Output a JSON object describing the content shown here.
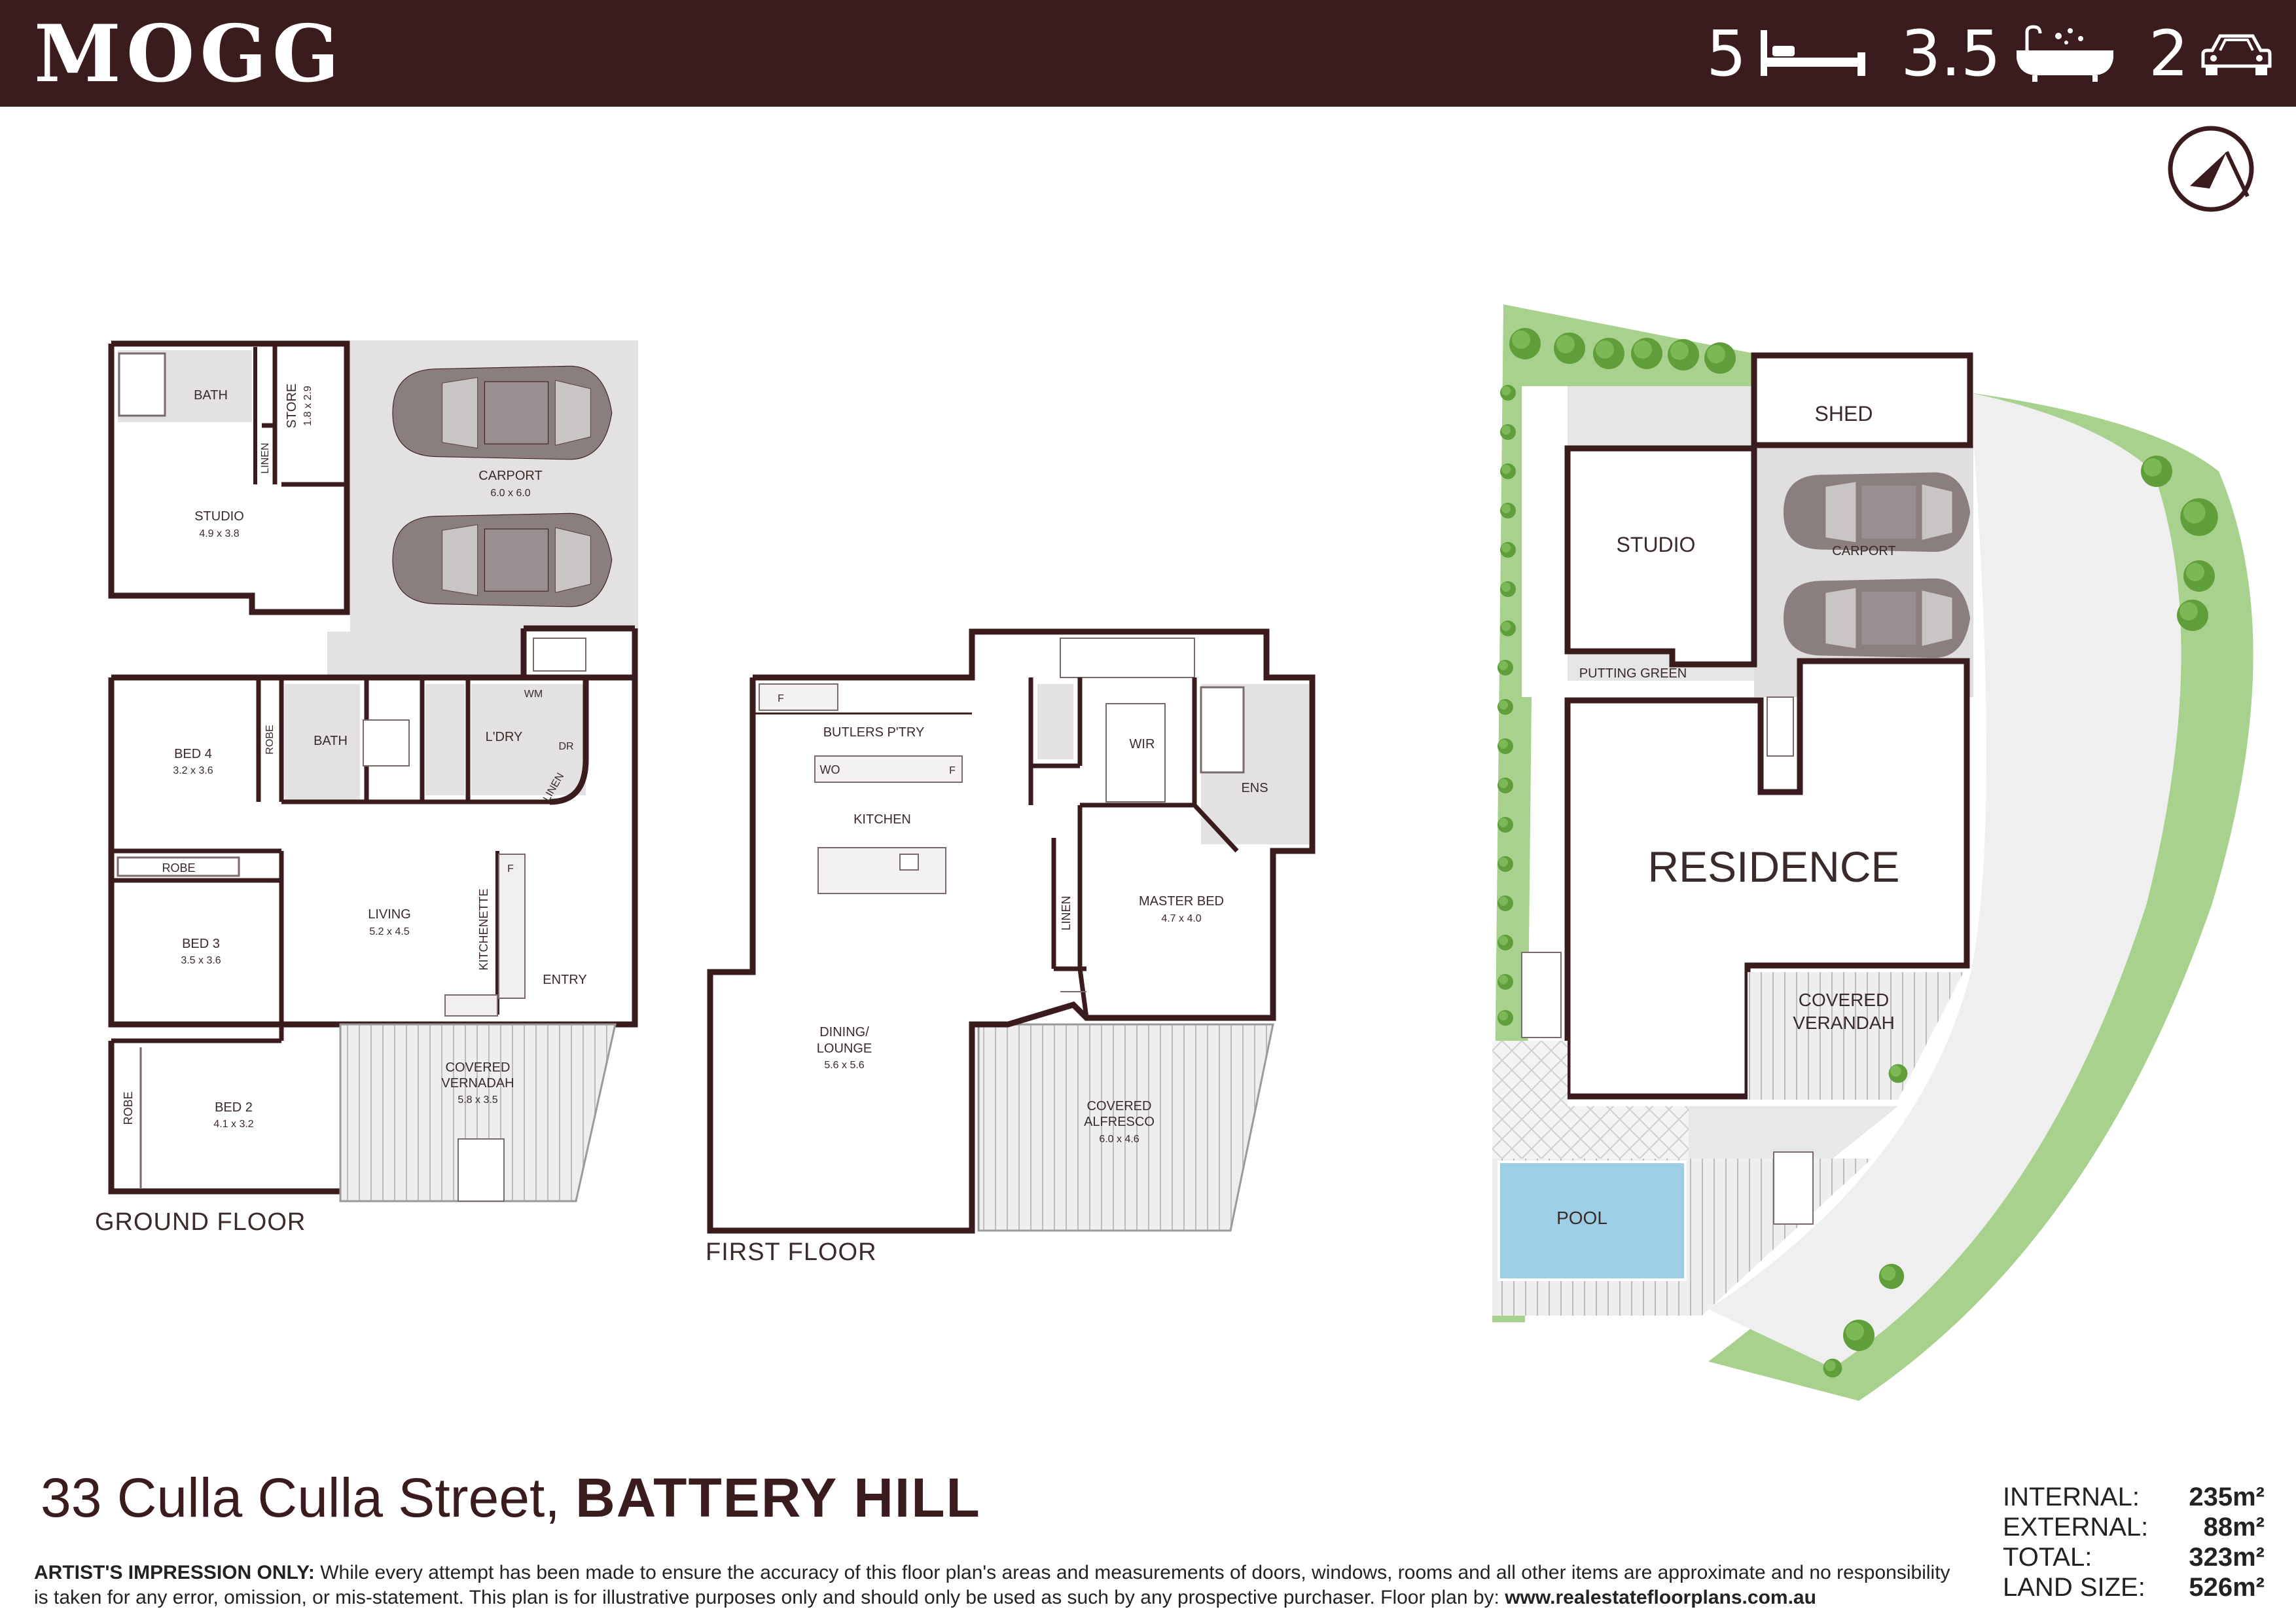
{
  "brand": {
    "logo_text": "MOGG"
  },
  "stats": {
    "bedrooms": "5",
    "bathrooms": "3.5",
    "cars": "2",
    "bed_icon": "bed-icon",
    "bath_icon": "bath-icon",
    "car_icon": "car-icon"
  },
  "ground_floor": {
    "label": "GROUND FLOOR",
    "rooms": {
      "bath_top": "BATH",
      "store": "STORE",
      "store_size": "1.8 x 2.9",
      "linen_top": "LINEN",
      "studio": "STUDIO",
      "studio_size": "4.9 x 3.8",
      "carport": "CARPORT",
      "carport_size": "6.0 x 6.0",
      "bed4": "BED 4",
      "bed4_size": "3.2 x 3.6",
      "robe_bed4": "ROBE",
      "bath_mid": "BATH",
      "laundry": "L'DRY",
      "wm": "WM",
      "dr": "DR",
      "linen_mid": "LINEN",
      "robe_bed3": "ROBE",
      "bed3": "BED 3",
      "bed3_size": "3.5 x 3.6",
      "living": "LIVING",
      "living_size": "5.2 x 4.5",
      "kitchenette": "KITCHENETTE",
      "fridge": "F",
      "entry": "ENTRY",
      "robe_bed2": "ROBE",
      "bed2": "BED 2",
      "bed2_size": "4.1 x 3.2",
      "verandah": "COVERED",
      "verandah2": "VERNADAH",
      "verandah_size": "5.8 x 3.5"
    }
  },
  "first_floor": {
    "label": "FIRST FLOOR",
    "rooms": {
      "fridge1": "F",
      "butlers": "BUTLERS P'TRY",
      "wo": "WO",
      "fridge2": "F",
      "kitchen": "KITCHEN",
      "dining": "DINING/",
      "lounge": "LOUNGE",
      "dining_size": "5.6 x 5.6",
      "wir": "WIR",
      "ens": "ENS",
      "linen": "LINEN",
      "master": "MASTER BED",
      "master_size": "4.7 x 4.0",
      "alfresco1": "COVERED",
      "alfresco2": "ALFRESCO",
      "alfresco_size": "6.0 x 4.6"
    }
  },
  "site_plan": {
    "shed": "SHED",
    "studio": "STUDIO",
    "carport": "CARPORT",
    "putting_green": "PUTTING GREEN",
    "residence": "RESIDENCE",
    "verandah1": "COVERED",
    "verandah2": "VERANDAH",
    "pool": "POOL"
  },
  "address": {
    "street": "33 Culla Culla Street,",
    "suburb": "BATTERY HILL"
  },
  "disclaimer": {
    "lead": "ARTIST'S IMPRESSION ONLY:",
    "body": " While every attempt has been made to ensure the accuracy of this floor plan's areas and measurements of doors, windows, rooms and all other items are approximate and no responsibility is taken for any error, omission, or mis-statement. This plan is for illustrative purposes only and should only be used as such by any prospective purchaser. Floor plan by: ",
    "link": "www.realestatefloorplans.com.au"
  },
  "areas": [
    {
      "label": "INTERNAL:",
      "value": "235m²"
    },
    {
      "label": "EXTERNAL:",
      "value": "88m²"
    },
    {
      "label": "TOTAL:",
      "value": "323m²"
    },
    {
      "label": "LAND SIZE:",
      "value": "526m²"
    }
  ],
  "colors": {
    "header": "#3a1c1e",
    "wall": "#3a1c1e",
    "grey_zone": "#e3e1e1",
    "fixture": "#cfc9c9",
    "car": "#8a7e7f",
    "lawn": "#a9d18e",
    "tree": "#5f9e3a",
    "pool": "#9ccfe6"
  }
}
